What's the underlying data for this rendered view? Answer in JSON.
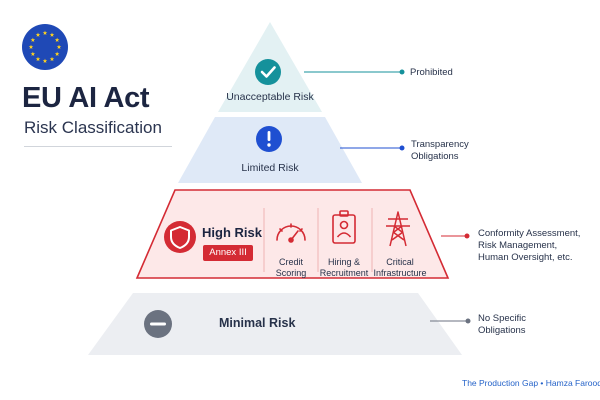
{
  "header": {
    "title": "EU AI Act",
    "subtitle": "Risk Classification"
  },
  "tiers": {
    "unacceptable": {
      "label": "Unacceptable Risk",
      "callout": "Prohibited"
    },
    "limited": {
      "label": "Limited Risk",
      "callout_line1": "Transparency",
      "callout_line2": "Obligations"
    },
    "high": {
      "label": "High Risk",
      "badge": "Annex III",
      "callout_line1": "Conformity Assessment,",
      "callout_line2": "Risk Management,",
      "callout_line3": "Human Oversight, etc.",
      "categories": [
        {
          "line1": "Credit",
          "line2": "Scoring"
        },
        {
          "line1": "Hiring &",
          "line2": "Recruitment"
        },
        {
          "line1": "Critical",
          "line2": "Infrastructure"
        }
      ]
    },
    "minimal": {
      "label": "Minimal Risk",
      "callout_line1": "No Specific",
      "callout_line2": "Obligations"
    }
  },
  "footer": {
    "credit": "The Production Gap • Hamza Farooq"
  },
  "colors": {
    "eu_blue": "#1f49b6",
    "eu_star": "#ffd21f",
    "unacceptable_fill": "#e3f1f3",
    "unacceptable_icon": "#15919b",
    "limited_fill": "#dfe9f7",
    "limited_icon": "#1f4fd1",
    "high_fill": "#fde8e8",
    "high_accent": "#d42b34",
    "minimal_fill": "#eceef2",
    "minimal_icon": "#6b7280"
  },
  "icons": {
    "flag": "eu-flag-icon",
    "unacceptable": "check-icon",
    "limited": "exclamation-icon",
    "high": "shield-icon",
    "credit": "gauge-icon",
    "hiring": "id-badge-icon",
    "infra": "power-tower-icon",
    "minimal": "minus-icon"
  }
}
